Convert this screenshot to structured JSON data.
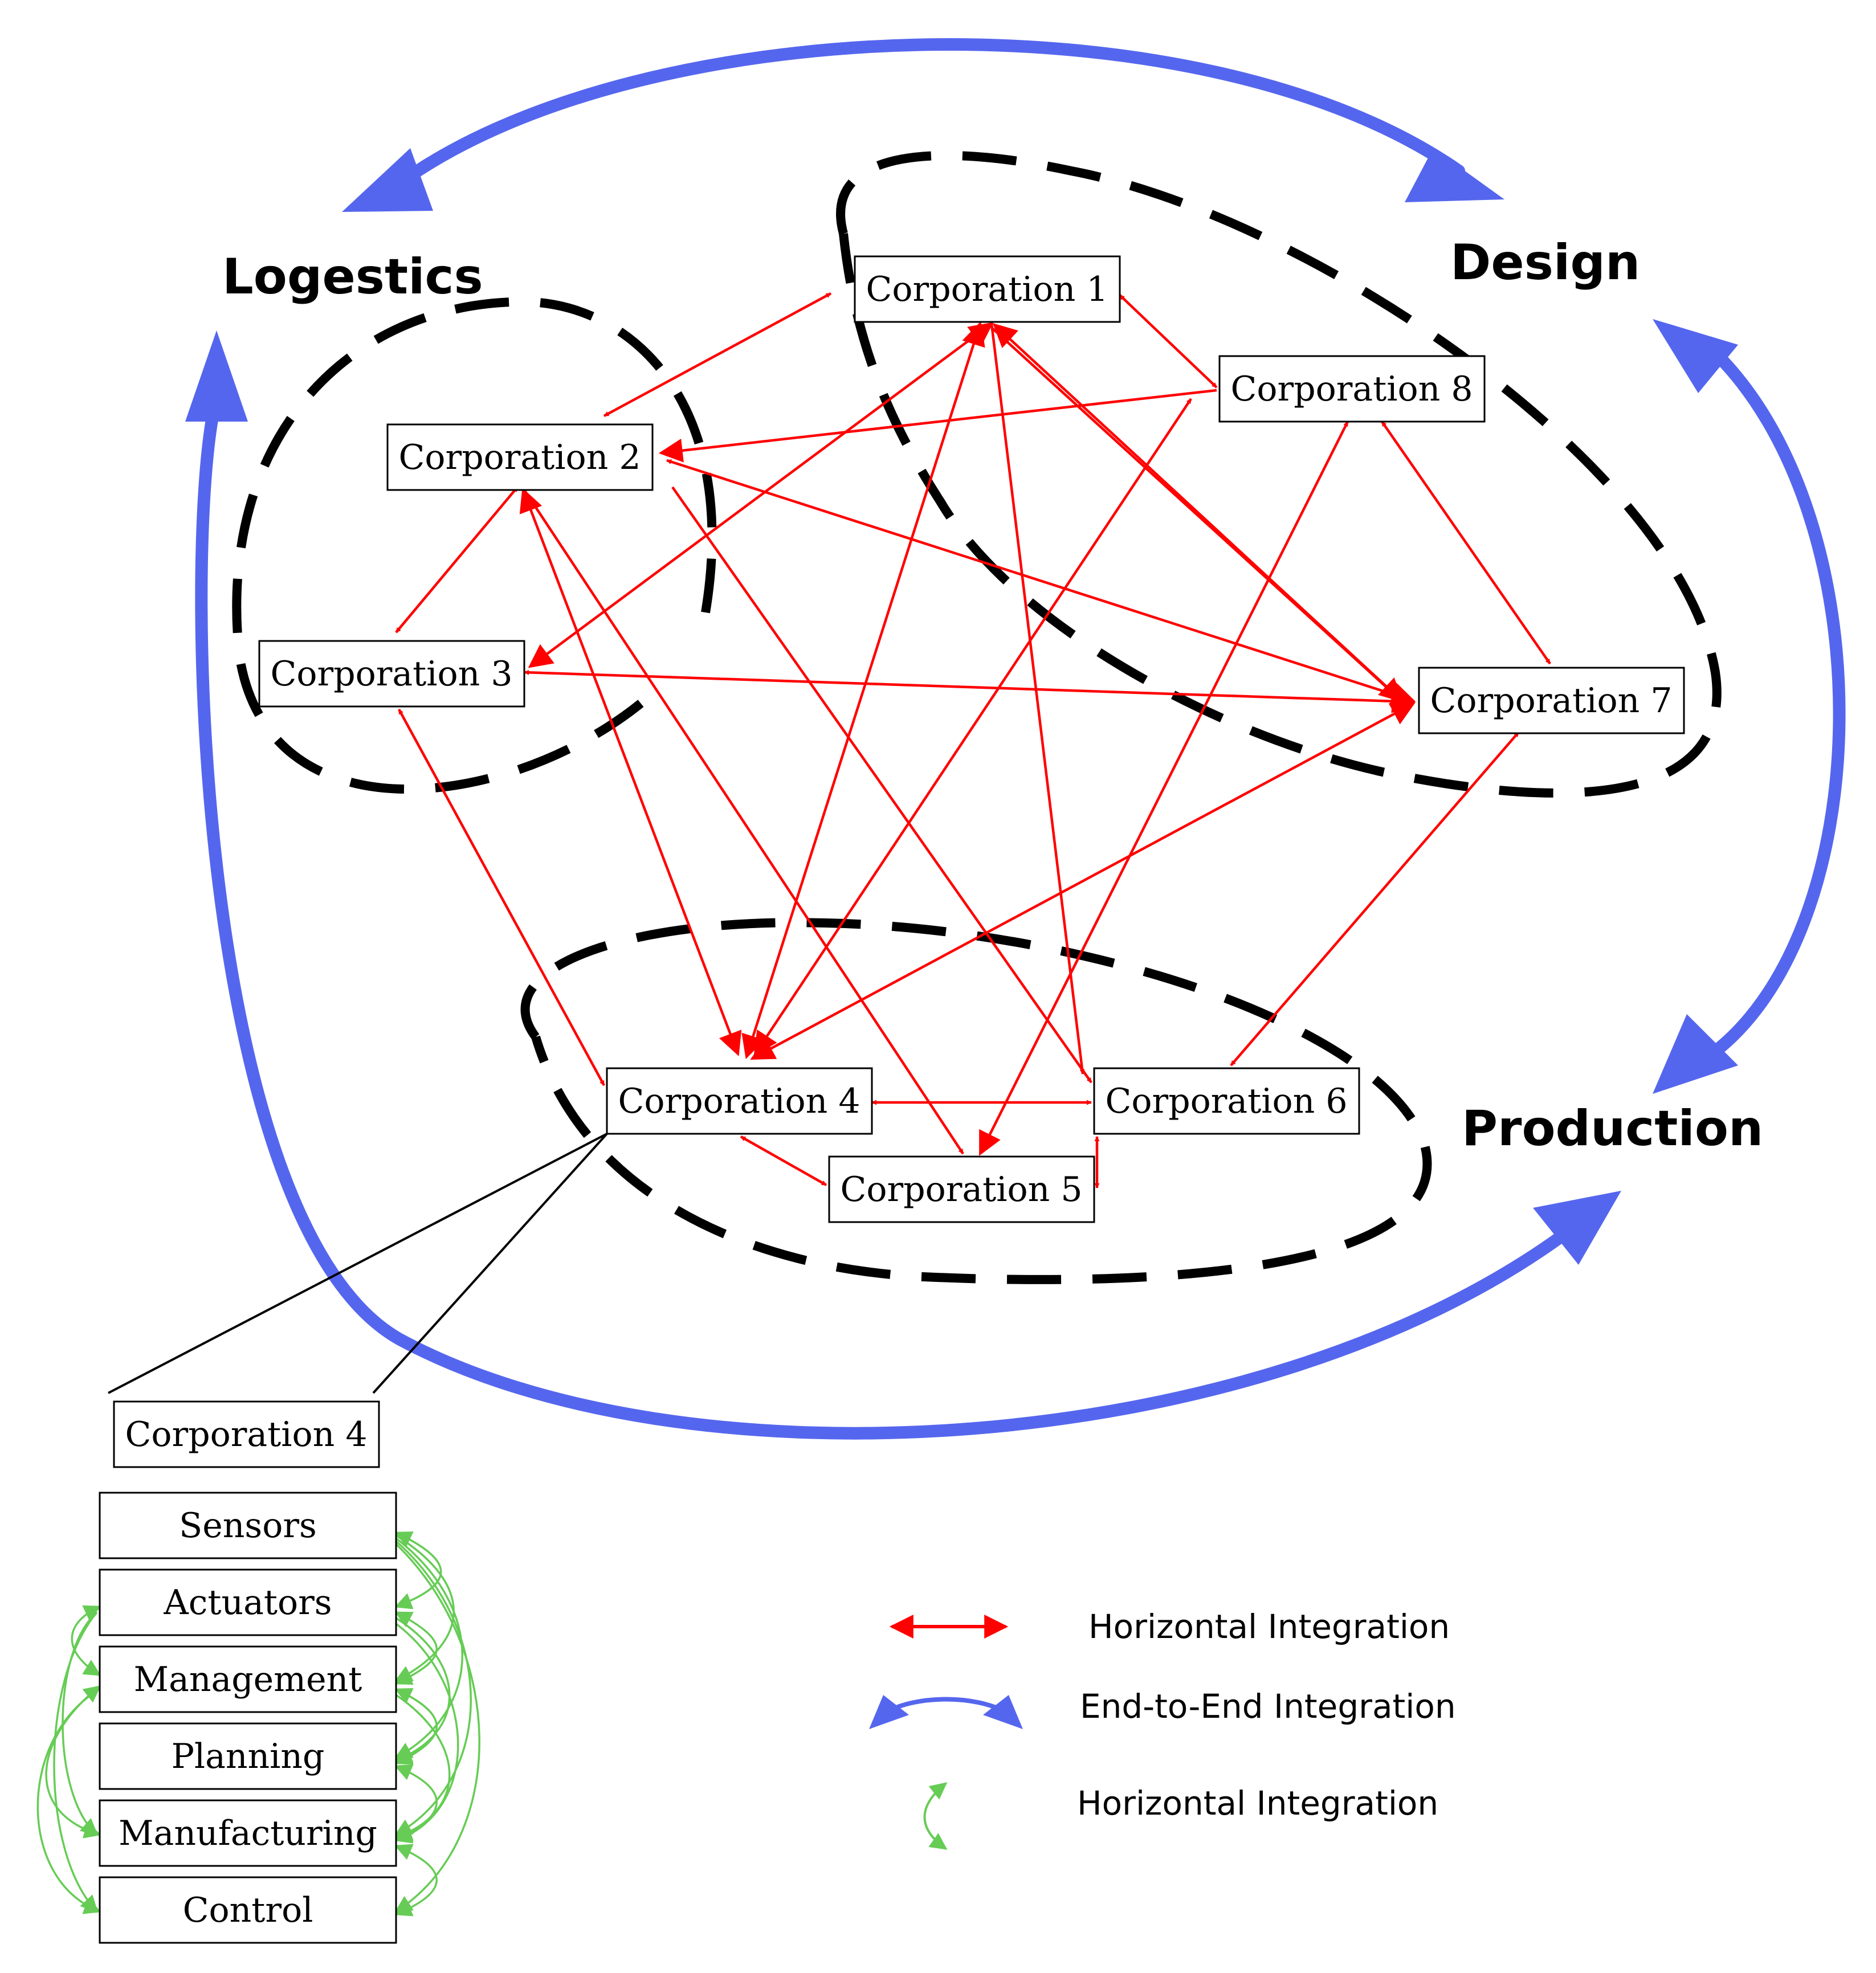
{
  "regions": {
    "logistics": "Logestics",
    "design": "Design",
    "production": "Production"
  },
  "corporations": [
    "Corporation 1",
    "Corporation 2",
    "Corporation 3",
    "Corporation 4",
    "Corporation 5",
    "Corporation 6",
    "Corporation 7",
    "Corporation 8"
  ],
  "detail": {
    "title": "Corporation 4",
    "layers": [
      "Sensors",
      "Actuators",
      "Management",
      "Planning",
      "Manufacturing",
      "Control"
    ]
  },
  "legend": {
    "horizontal": "Horizontal Integration",
    "end_to_end": "End-to-End Integration",
    "vertical": "Horizontal Integration"
  },
  "colors": {
    "horizontal": "#ff0000",
    "end_to_end": "#5566ee",
    "vertical": "#66cc55",
    "region_outline": "#000000"
  }
}
